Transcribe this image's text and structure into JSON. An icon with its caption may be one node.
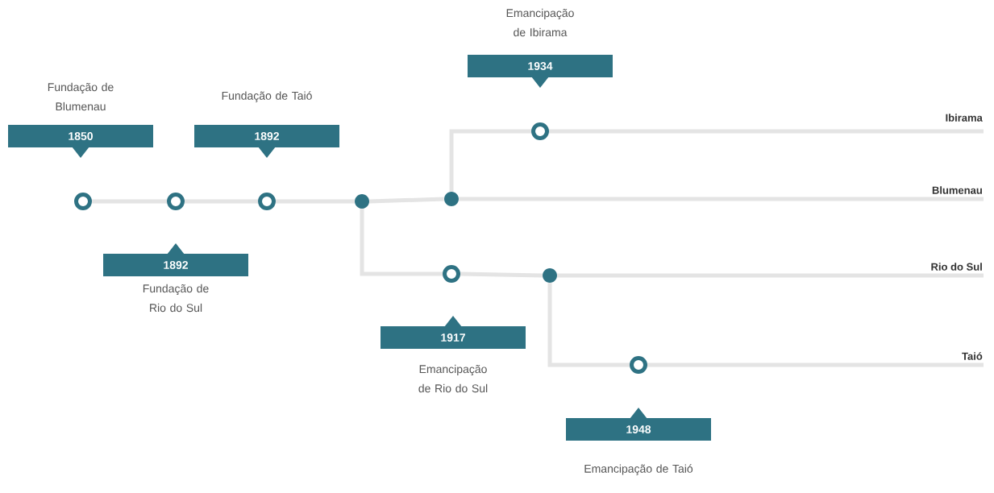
{
  "diagram": {
    "nodes": [
      {
        "text": [],
        "shape": "circle"
      },
      {
        "text": [],
        "shape": "circle"
      },
      {
        "text": [],
        "shape": "circle"
      },
      {
        "text": [],
        "shape": "circle"
      },
      {
        "text": [],
        "shape": "circle"
      },
      {
        "text": [],
        "shape": "circle"
      },
      {
        "text": [],
        "shape": "circle"
      },
      {
        "text": [],
        "shape": "circle"
      },
      {
        "text": [],
        "shape": "circle"
      },
      {
        "text": [
          "Ibirama"
        ]
      },
      {
        "text": [
          "Blumenau"
        ]
      },
      {
        "text": [
          "Rio do Sul"
        ]
      },
      {
        "text": [
          "Taió"
        ]
      },
      {
        "text": [
          "1850"
        ],
        "beside": [
          "Fundação de Blumenau"
        ]
      },
      {
        "text": [
          "1892"
        ],
        "beside": [
          "Fundação de Taió"
        ]
      },
      {
        "text": [
          "1892"
        ],
        "beside": [
          "Fundação de Rio do Sul"
        ]
      },
      {
        "text": [
          "1917"
        ],
        "beside": [
          "Emancipação de Rio do Sul"
        ]
      },
      {
        "text": [
          "1934"
        ],
        "beside": [
          "Emancipação de Ibirama"
        ]
      },
      {
        "text": [
          "1948"
        ],
        "beside": [
          "Emancipação de Taió"
        ]
      }
    ],
    "edges": [
      {
        "from": 0,
        "to": 1,
        "arrow": "none"
      },
      {
        "from": 1,
        "to": 2,
        "arrow": "none"
      },
      {
        "from": 2,
        "to": 3,
        "arrow": "none"
      },
      {
        "from": 3,
        "to": 4,
        "arrow": "none"
      },
      {
        "from": 4,
        "to": 10,
        "arrow": "none"
      },
      {
        "from": 4,
        "to": 5,
        "arrow": "none"
      },
      {
        "from": 5,
        "to": 9,
        "arrow": "none"
      },
      {
        "from": 3,
        "to": 6,
        "arrow": "none"
      },
      {
        "from": 6,
        "to": 7,
        "arrow": "none"
      },
      {
        "from": 7,
        "to": 11,
        "arrow": "none"
      },
      {
        "from": 7,
        "to": 8,
        "arrow": "none"
      },
      {
        "from": 8,
        "to": 12,
        "arrow": "none"
      }
    ]
  }
}
